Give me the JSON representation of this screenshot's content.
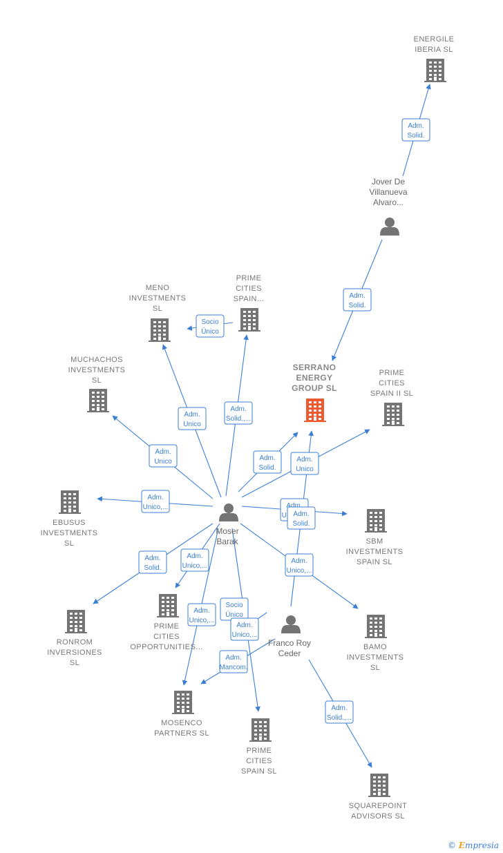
{
  "companies": [
    {
      "id": "energile",
      "lines": [
        "ENERGILE",
        "IBERIA  SL"
      ]
    },
    {
      "id": "meno",
      "lines": [
        "MENO",
        "INVESTMENTS",
        "SL"
      ]
    },
    {
      "id": "prime_cities_spain_top",
      "lines": [
        "PRIME",
        "CITIES",
        "SPAIN..."
      ]
    },
    {
      "id": "muchachos",
      "lines": [
        "MUCHACHOS",
        "INVESTMENTS",
        "SL"
      ]
    },
    {
      "id": "serrano",
      "lines": [
        "SERRANO",
        "ENERGY",
        "GROUP  SL"
      ],
      "main": true
    },
    {
      "id": "prime_cities_spain_ii",
      "lines": [
        "PRIME",
        "CITIES",
        "SPAIN II  SL"
      ]
    },
    {
      "id": "ebusus",
      "lines": [
        "EBUSUS",
        "INVESTMENTS",
        "SL"
      ]
    },
    {
      "id": "sbm",
      "lines": [
        "SBM",
        "INVESTMENTS",
        "SPAIN  SL"
      ]
    },
    {
      "id": "ronrom",
      "lines": [
        "RONROM",
        "INVERSIONES",
        "SL"
      ]
    },
    {
      "id": "prime_cities_opportunities",
      "lines": [
        "PRIME",
        "CITIES",
        "OPPORTUNITIES..."
      ]
    },
    {
      "id": "bamo",
      "lines": [
        "BAMO",
        "INVESTMENTS",
        "SL"
      ]
    },
    {
      "id": "mosenco",
      "lines": [
        "MOSENCO",
        "PARTNERS  SL"
      ]
    },
    {
      "id": "prime_cities_spain_sl",
      "lines": [
        "PRIME",
        "CITIES",
        "SPAIN  SL"
      ]
    },
    {
      "id": "squarepoint",
      "lines": [
        "SQUAREPOINT",
        "ADVISORS  SL"
      ]
    }
  ],
  "persons": [
    {
      "id": "jover",
      "lines": [
        "Jover De",
        "Villanueva",
        "Alvaro..."
      ]
    },
    {
      "id": "moser",
      "lines": [
        "Moser",
        "Barak"
      ]
    },
    {
      "id": "franco",
      "lines": [
        "Franco Roy",
        "Ceder"
      ]
    }
  ],
  "edges": [
    {
      "from": "jover",
      "to": "energile",
      "label": [
        "Adm.",
        "Solid."
      ]
    },
    {
      "from": "jover",
      "to": "serrano",
      "label": [
        "Adm.",
        "Solid."
      ]
    },
    {
      "from": "prime_cities_spain_top",
      "to": "meno",
      "label": [
        "Socio",
        "Único"
      ]
    },
    {
      "from": "moser",
      "to": "meno",
      "label": [
        "Adm.",
        "Unico"
      ]
    },
    {
      "from": "moser",
      "to": "prime_cities_spain_top",
      "label": [
        "Adm.",
        "Solid.,..."
      ]
    },
    {
      "from": "moser",
      "to": "muchachos",
      "label": [
        "Adm.",
        "Unico"
      ]
    },
    {
      "from": "moser",
      "to": "serrano",
      "label": [
        "Adm.",
        "Solid."
      ]
    },
    {
      "from": "moser",
      "to": "prime_cities_spain_ii",
      "label": [
        "Adm.",
        "Unico"
      ]
    },
    {
      "from": "moser",
      "to": "ebusus",
      "label": [
        "Adm.",
        "Unico,..."
      ]
    },
    {
      "from": "moser",
      "to": "sbm",
      "label": [
        "Adm.",
        "Unico,..."
      ]
    },
    {
      "from": "franco",
      "to": "serrano",
      "label": [
        "Adm.",
        "Solid."
      ]
    },
    {
      "from": "moser",
      "to": "ronrom",
      "label": [
        "Adm.",
        "Solid."
      ]
    },
    {
      "from": "moser",
      "to": "prime_cities_opportunities",
      "label": [
        "Adm.",
        "Unico,..."
      ]
    },
    {
      "from": "moser",
      "to": "bamo",
      "label": [
        "Adm.",
        "Unico,..."
      ]
    },
    {
      "from": "moser",
      "to": "mosenco",
      "label": [
        "Adm.",
        "Unico,..."
      ]
    },
    {
      "from": "moser",
      "to": "prime_cities_spain_sl",
      "label": [
        "Socio",
        "Único"
      ]
    },
    {
      "from": "franco",
      "to": "prime_cities_spain_sl",
      "label": [
        "Adm.",
        "Unico,..."
      ]
    },
    {
      "from": "franco",
      "to": "mosenco",
      "label": [
        "Adm.",
        "Mancom."
      ]
    },
    {
      "from": "franco",
      "to": "squarepoint",
      "label": [
        "Adm.",
        "Solid.,..."
      ]
    }
  ],
  "footer": {
    "copyright": "©",
    "brand_first": "E",
    "brand_rest": "mpresia"
  },
  "colors": {
    "edge": "#3a7fd5",
    "company": "#747474",
    "main_company": "#ee5a2f",
    "person": "#747474"
  }
}
